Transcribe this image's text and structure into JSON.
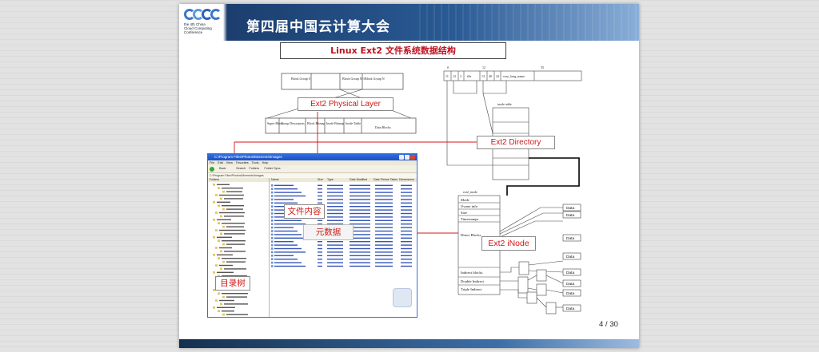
{
  "slide": {
    "conference_title": "第四届中国云计算大会",
    "logo_tagline": [
      "the 4th China",
      "Cloud Computing",
      "Conference"
    ],
    "page_number": "4 / 30"
  },
  "diagram": {
    "title": "Linux Ext2 文件系统数据结构",
    "block_groups": [
      "Block Group 0",
      "Block Group N-1",
      "Block Group N"
    ],
    "physical_layer_label": "Ext2 Physical Layer",
    "layout_cells": [
      "Super Block",
      "Group Descriptors",
      "Block Bitmap",
      "Inode Bitmap",
      "Inode Table",
      "Data Blocks"
    ],
    "directory_label": "Ext2 Directory",
    "dir_entry_offsets": [
      "0",
      "12",
      "55"
    ],
    "dir_entry_cells": [
      "11",
      "12",
      "2",
      "file",
      "13",
      "40",
      "24",
      "very_long_name"
    ],
    "inode_table_label": "inode table",
    "inode_struct_label": "ext2_inode",
    "inode_fields": [
      "Mode",
      "Owner info",
      "Size",
      "Timestamps",
      "Direct Blocks",
      "Indirect blocks",
      "Double Indirect",
      "Triple Indirect"
    ],
    "inode_label": "Ext2 iNode",
    "data_label": "Data",
    "annotation_content": "文件内容",
    "annotation_metadata": "元数据",
    "annotation_tree": "目录树"
  },
  "explorer": {
    "title": "C:\\Program Files\\Photos\\Moments\\Images",
    "menu": [
      "File",
      "Edit",
      "View",
      "Favorites",
      "Tools",
      "Help"
    ],
    "toolbar": [
      "Back",
      "Search",
      "Folders",
      "Folder Sync"
    ],
    "address": "C:\\Program Files\\Photos\\Moments\\Images",
    "folders_header": "Folders",
    "columns": [
      "Name",
      "Size",
      "Type",
      "Date Modified",
      "Date Picture Taken",
      "Dimensions"
    ]
  }
}
